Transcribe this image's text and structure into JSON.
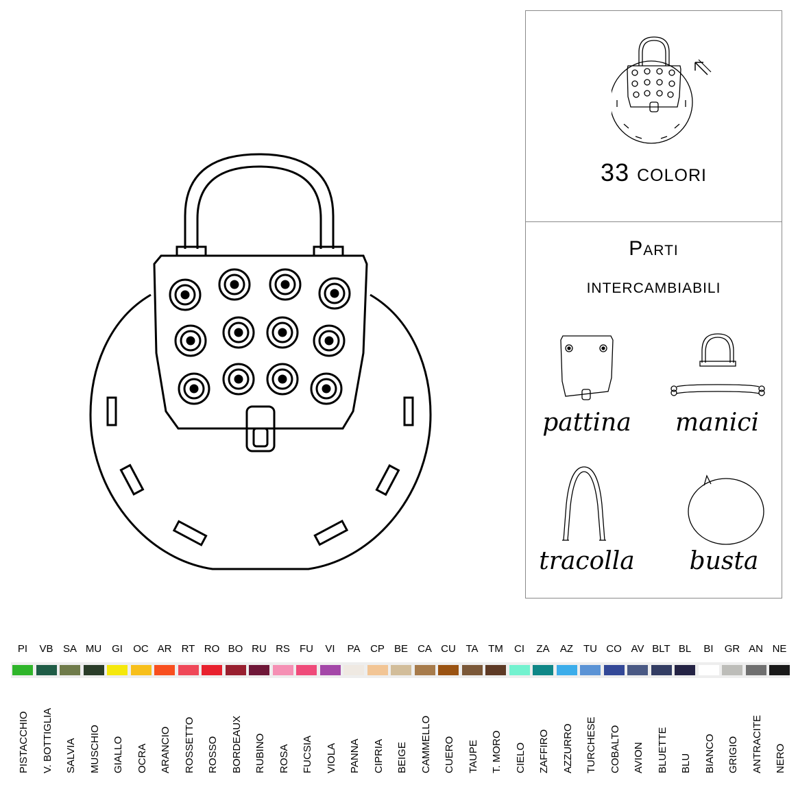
{
  "info": {
    "colors_count": "33 colori",
    "parts_title_line1": "Parti",
    "parts_title_line2": "intercambiabili",
    "parts": [
      {
        "label": "pattina",
        "icon": "flap-icon"
      },
      {
        "label": "manici",
        "icon": "handle-icon"
      },
      {
        "label": "tracolla",
        "icon": "shoulder-strap-icon"
      },
      {
        "label": "busta",
        "icon": "pouch-icon"
      }
    ]
  },
  "swatches": [
    {
      "code": "PI",
      "name": "PISTACCHIO",
      "color": "#2fb52a"
    },
    {
      "code": "VB",
      "name": "V. BOTTIGLIA",
      "color": "#1f5c46"
    },
    {
      "code": "SA",
      "name": "SALVIA",
      "color": "#6f7b4a"
    },
    {
      "code": "MU",
      "name": "MUSCHIO",
      "color": "#2a3d29"
    },
    {
      "code": "GI",
      "name": "GIALLO",
      "color": "#f5e80c"
    },
    {
      "code": "OC",
      "name": "OCRA",
      "color": "#f7bf1b"
    },
    {
      "code": "AR",
      "name": "ARANCIO",
      "color": "#f84f1f"
    },
    {
      "code": "RT",
      "name": "ROSSETTO",
      "color": "#ef4858"
    },
    {
      "code": "RO",
      "name": "ROSSO",
      "color": "#e8212e"
    },
    {
      "code": "BO",
      "name": "BORDEAUX",
      "color": "#981f2f"
    },
    {
      "code": "RU",
      "name": "RUBINO",
      "color": "#6f1738"
    },
    {
      "code": "RS",
      "name": "ROSA",
      "color": "#f590b4"
    },
    {
      "code": "FU",
      "name": "FUCSIA",
      "color": "#ef4b7a"
    },
    {
      "code": "VI",
      "name": "VIOLA",
      "color": "#a447a8"
    },
    {
      "code": "PA",
      "name": "PANNA",
      "color": "#efe9e2"
    },
    {
      "code": "CP",
      "name": "CIPRIA",
      "color": "#f2c595"
    },
    {
      "code": "BE",
      "name": "BEIGE",
      "color": "#d2bd9a"
    },
    {
      "code": "CA",
      "name": "CAMMELLO",
      "color": "#a77b4b"
    },
    {
      "code": "CU",
      "name": "CUERO",
      "color": "#9a5312"
    },
    {
      "code": "TA",
      "name": "TAUPE",
      "color": "#7b5838"
    },
    {
      "code": "TM",
      "name": "T. MORO",
      "color": "#5e3a25"
    },
    {
      "code": "CI",
      "name": "CIELO",
      "color": "#73f2cf"
    },
    {
      "code": "ZA",
      "name": "ZAFFIRO",
      "color": "#0f8787"
    },
    {
      "code": "AZ",
      "name": "AZZURRO",
      "color": "#3cadea"
    },
    {
      "code": "TU",
      "name": "TURCHESE",
      "color": "#5b93d5"
    },
    {
      "code": "CO",
      "name": "COBALTO",
      "color": "#334897"
    },
    {
      "code": "AV",
      "name": "AVION",
      "color": "#4a5984"
    },
    {
      "code": "BLT",
      "name": "BLUETTE",
      "color": "#333d63"
    },
    {
      "code": "BL",
      "name": "BLU",
      "color": "#242344"
    },
    {
      "code": "BI",
      "name": "BIANCO",
      "color": "#ffffff"
    },
    {
      "code": "GR",
      "name": "GRIGIO",
      "color": "#bdbdb9"
    },
    {
      "code": "AN",
      "name": "ANTRACITE",
      "color": "#6f6f6f"
    },
    {
      "code": "NE",
      "name": "NERO",
      "color": "#1a1a1a"
    }
  ]
}
